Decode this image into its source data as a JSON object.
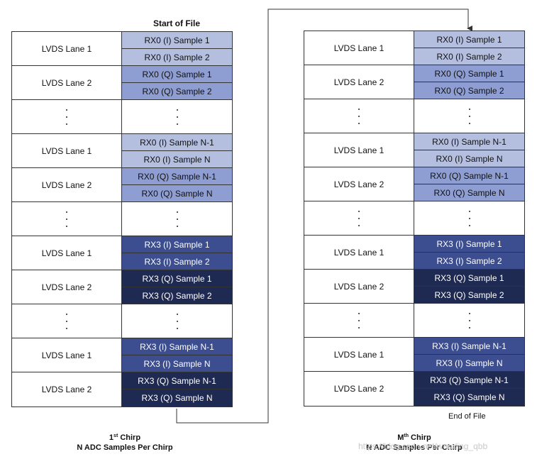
{
  "start_label": "Start of File",
  "end_label": "End of File",
  "lanes": {
    "lane1": "LVDS Lane 1",
    "lane2": "LVDS Lane 2"
  },
  "samples": {
    "rx0_i_1": "RX0 (I) Sample 1",
    "rx0_i_2": "RX0 (I) Sample 2",
    "rx0_q_1": "RX0 (Q) Sample 1",
    "rx0_q_2": "RX0 (Q) Sample 2",
    "rx0_i_n1": "RX0 (I) Sample N-1",
    "rx0_i_n": "RX0 (I) Sample N",
    "rx0_q_n1": "RX0 (Q) Sample N-1",
    "rx0_q_n": "RX0 (Q) Sample N",
    "rx3_i_1": "RX3 (I) Sample 1",
    "rx3_i_2": "RX3 (I) Sample 2",
    "rx3_q_1": "RX3 (Q) Sample 1",
    "rx3_q_2": "RX3 (Q) Sample 2",
    "rx3_i_n1": "RX3 (I) Sample N-1",
    "rx3_i_n": "RX3 (I) Sample N",
    "rx3_q_n1": "RX3 (Q) Sample N-1",
    "rx3_q_n": "RX3 (Q) Sample N"
  },
  "captions": {
    "first": {
      "num": "1",
      "sup": "st",
      "word": " Chirp",
      "sub": "N ADC Samples Per Chirp"
    },
    "mth": {
      "num": "M",
      "sup": "th",
      "word": " Chirp",
      "sub": "N ADC Samples Per Chirp"
    }
  },
  "watermark": "https://blog.csdn.net/wanding_qbb",
  "colors": {
    "rx0_i": "#b4bfe0",
    "rx0_q": "#8e9dd2",
    "rx3_i": "#3c4e8f",
    "rx3_q": "#1f2a52",
    "line": "#333333"
  }
}
